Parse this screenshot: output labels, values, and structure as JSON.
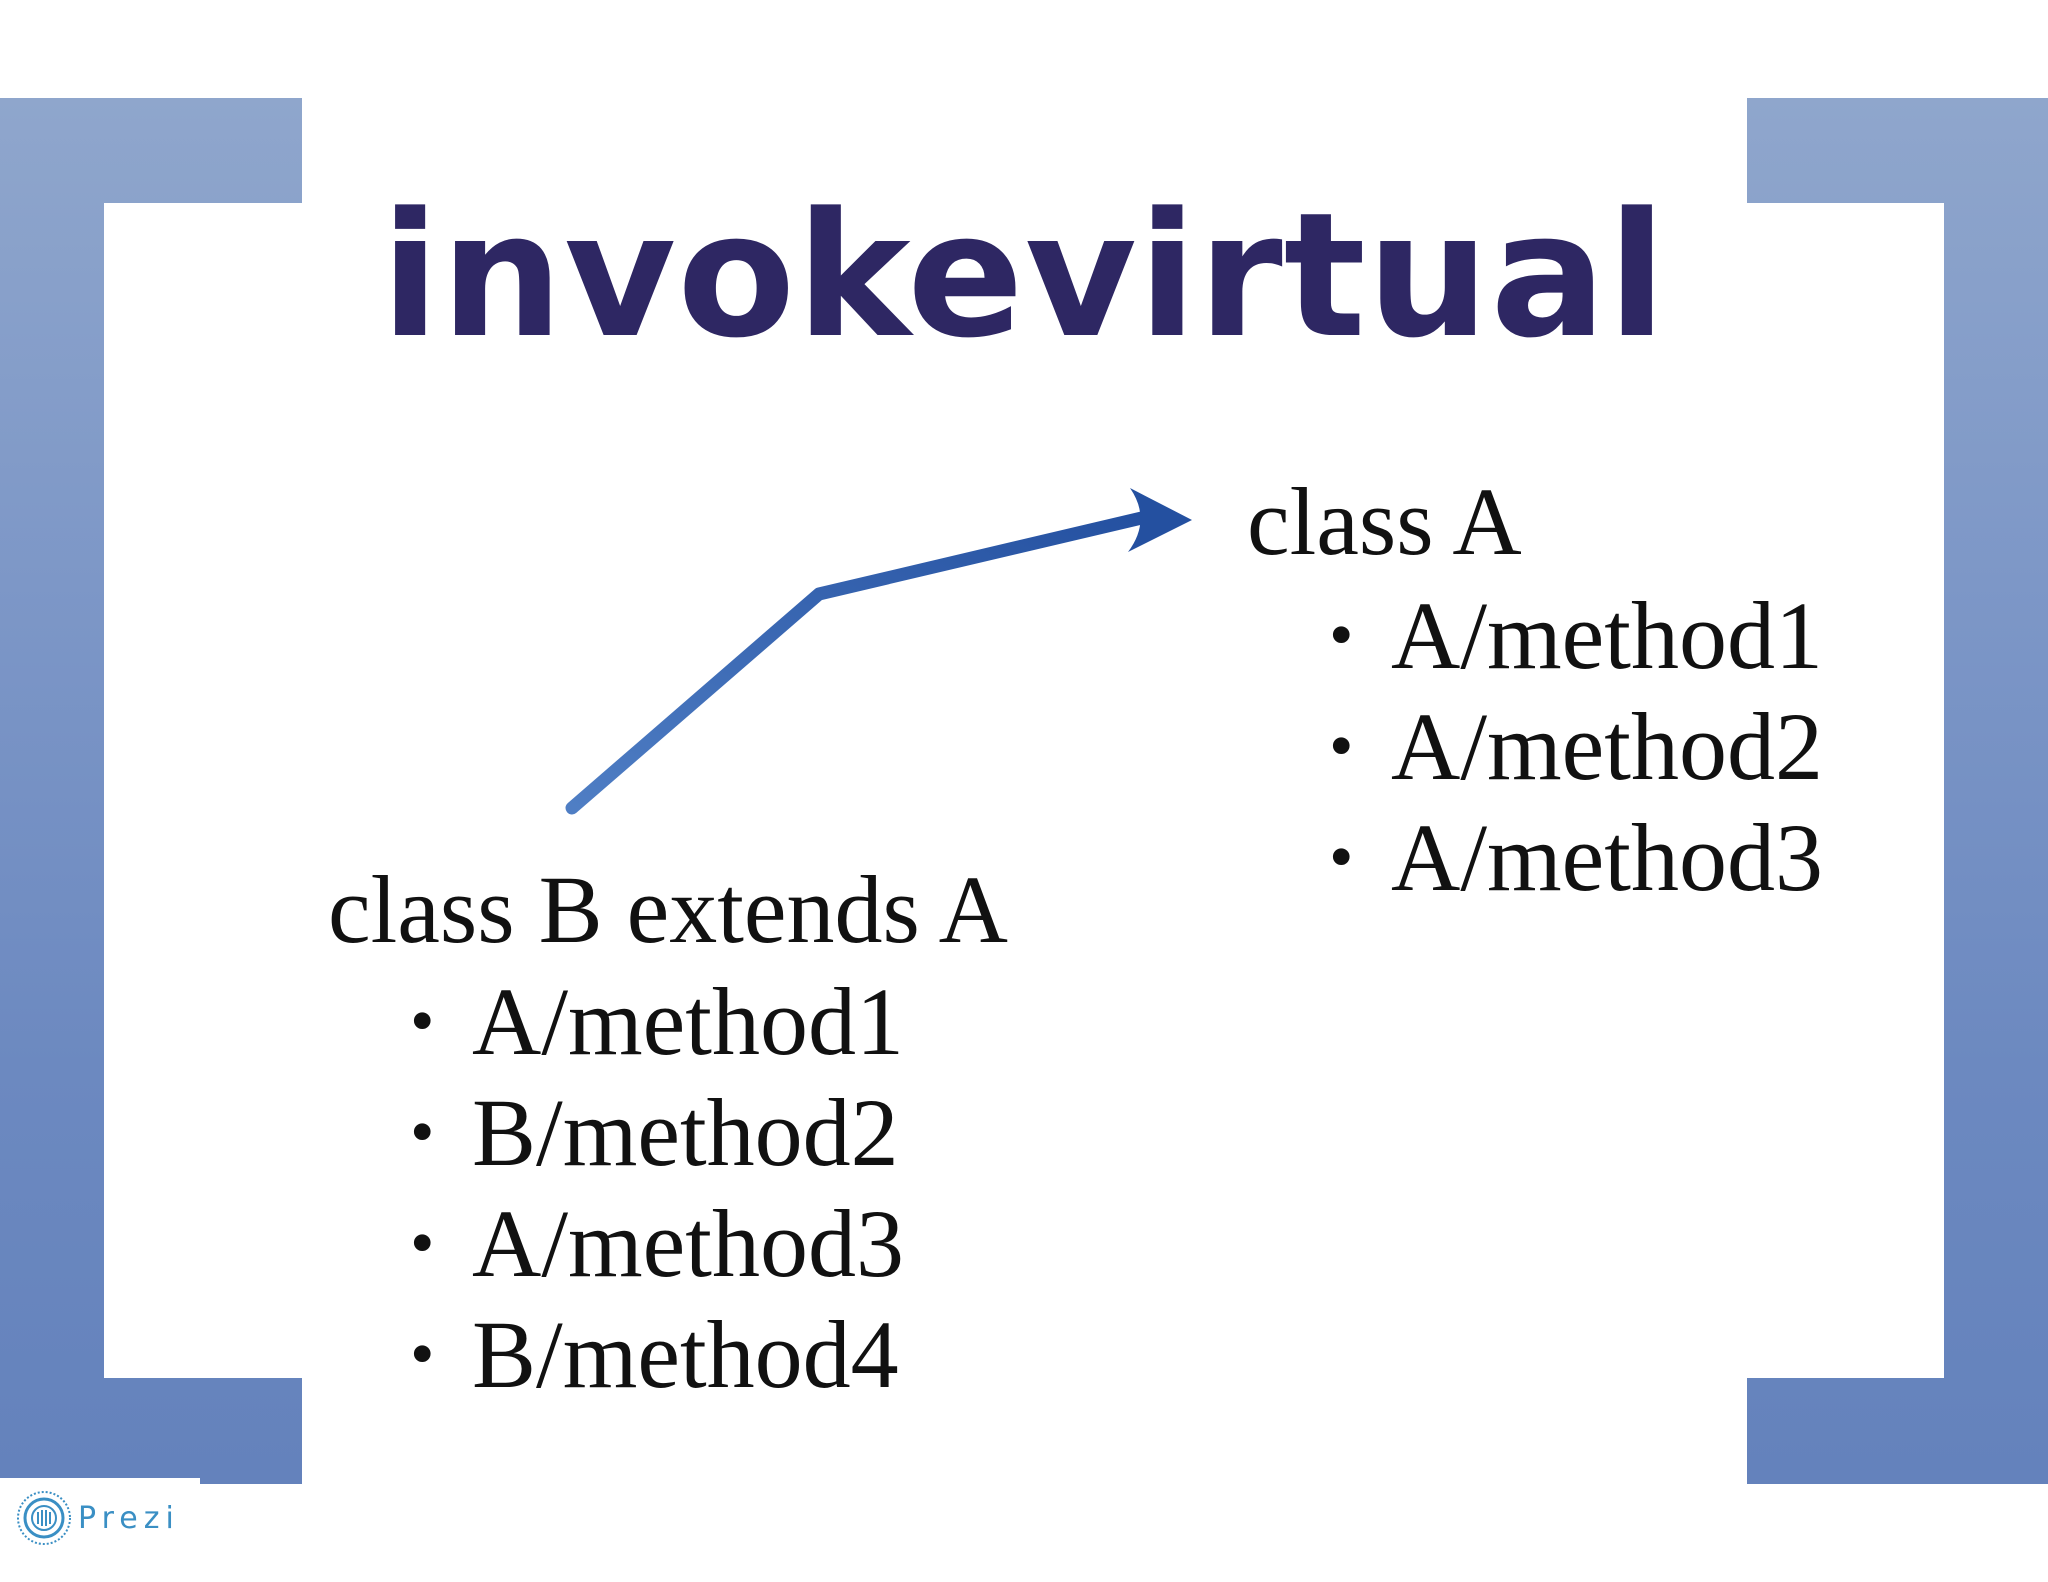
{
  "slide": {
    "title": "invokevirtual",
    "class_a": {
      "heading": "class A",
      "methods": [
        "A/method1",
        "A/method2",
        "A/method3"
      ]
    },
    "class_b": {
      "heading": "class B extends A",
      "methods": [
        "A/method1",
        "B/method2",
        "A/method3",
        "B/method4"
      ]
    },
    "bullet_glyph": "•"
  },
  "colors": {
    "title": "#2e2763",
    "bracket": "#7d97c7",
    "arrow": "#2f5aa8",
    "text": "#111111"
  },
  "branding": {
    "logo_text": "Prezi",
    "logo_icon": "prezi-logo-icon"
  }
}
